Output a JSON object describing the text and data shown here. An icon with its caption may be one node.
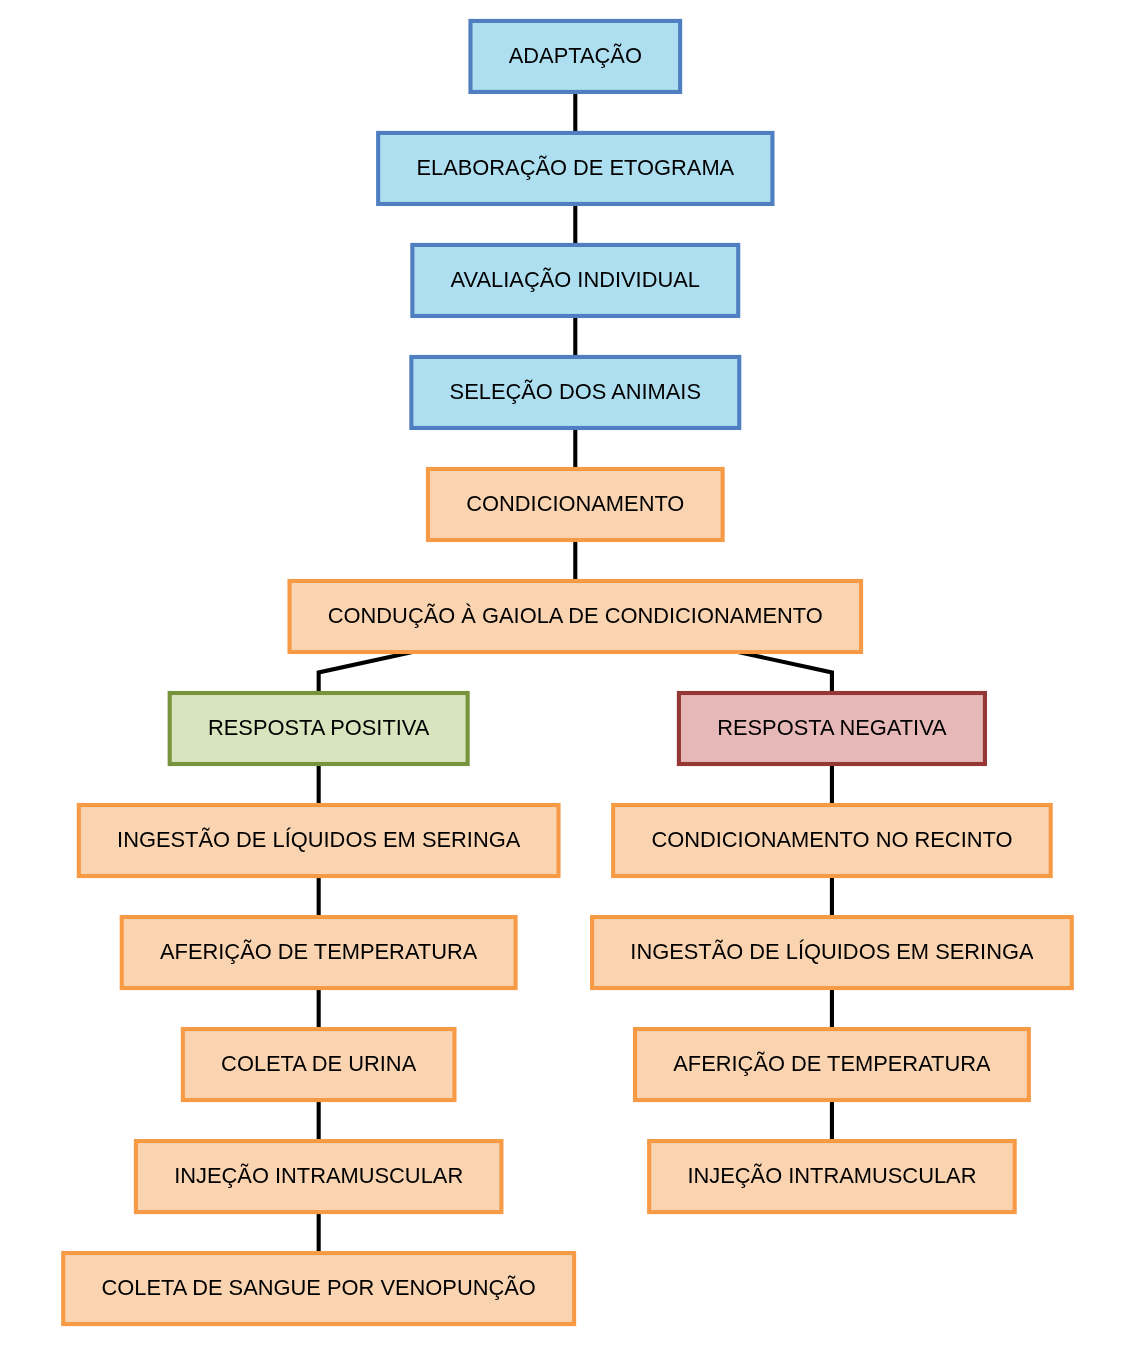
{
  "diagram": {
    "nodes": [
      {
        "text": [
          "ADAPTAÇÃO"
        ]
      },
      {
        "text": [
          "ELABORAÇÃO DE ETOGRAMA"
        ]
      },
      {
        "text": [
          "AVALIAÇÃO INDIVIDUAL"
        ]
      },
      {
        "text": [
          "SELEÇÃO DOS ANIMAIS"
        ]
      },
      {
        "text": [
          "CONDICIONAMENTO"
        ]
      },
      {
        "text": [
          "CONDUÇÃO À GAIOLA DE CONDICIONAMENTO"
        ]
      },
      {
        "text": [
          "RESPOSTA POSITIVA"
        ]
      },
      {
        "text": [
          "RESPOSTA NEGATIVA"
        ]
      },
      {
        "text": [
          "INGESTÃO DE LÍQUIDOS EM SERINGA"
        ]
      },
      {
        "text": [
          "AFERIÇÃO DE TEMPERATURA"
        ]
      },
      {
        "text": [
          "COLETA DE URINA"
        ]
      },
      {
        "text": [
          "INJEÇÃO INTRAMUSCULAR"
        ]
      },
      {
        "text": [
          "COLETA DE SANGUE POR VENOPUNÇÃO"
        ]
      },
      {
        "text": [
          "CONDICIONAMENTO NO RECINTO"
        ]
      },
      {
        "text": [
          "INGESTÃO DE LÍQUIDOS EM SERINGA"
        ]
      },
      {
        "text": [
          "AFERIÇÃO DE TEMPERATURA"
        ]
      },
      {
        "text": [
          "INJEÇÃO INTRAMUSCULAR"
        ]
      }
    ],
    "edges": [
      {
        "from": 0,
        "to": 1,
        "arrow": "none"
      },
      {
        "from": 1,
        "to": 2,
        "arrow": "none"
      },
      {
        "from": 2,
        "to": 3,
        "arrow": "none"
      },
      {
        "from": 3,
        "to": 4,
        "arrow": "none"
      },
      {
        "from": 4,
        "to": 5,
        "arrow": "none"
      },
      {
        "from": 5,
        "to": 6,
        "arrow": "none"
      },
      {
        "from": 5,
        "to": 7,
        "arrow": "none"
      },
      {
        "from": 6,
        "to": 8,
        "arrow": "none"
      },
      {
        "from": 8,
        "to": 9,
        "arrow": "none"
      },
      {
        "from": 9,
        "to": 10,
        "arrow": "none"
      },
      {
        "from": 10,
        "to": 11,
        "arrow": "none"
      },
      {
        "from": 11,
        "to": 12,
        "arrow": "none"
      },
      {
        "from": 7,
        "to": 13,
        "arrow": "none"
      },
      {
        "from": 13,
        "to": 14,
        "arrow": "none"
      },
      {
        "from": 14,
        "to": 15,
        "arrow": "none"
      },
      {
        "from": 15,
        "to": 16,
        "arrow": "none"
      }
    ]
  }
}
